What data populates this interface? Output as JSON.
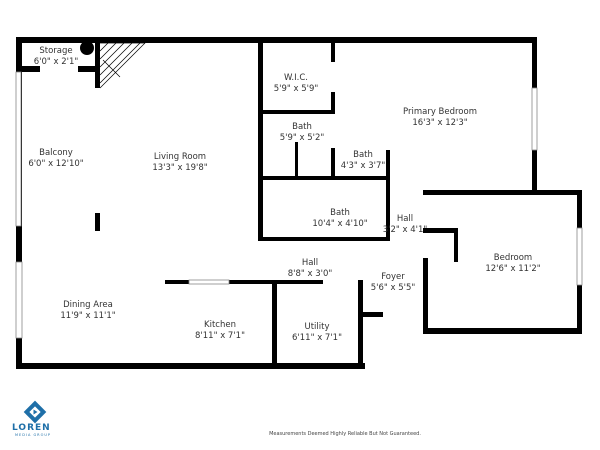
{
  "rooms": [
    {
      "name": "Storage",
      "size": "6'0\" x 2'1\""
    },
    {
      "name": "Balcony",
      "size": "6'0\" x 12'10\""
    },
    {
      "name": "Living Room",
      "size": "13'3\" x 19'8\""
    },
    {
      "name": "W.I.C.",
      "size": "5'9\" x 5'9\""
    },
    {
      "name": "Bath",
      "size": "5'9\" x 5'2\""
    },
    {
      "name": "Bath",
      "size": "4'3\" x 3'7\""
    },
    {
      "name": "Primary Bedroom",
      "size": "16'3\" x 12'3\""
    },
    {
      "name": "Bath",
      "size": "10'4\" x 4'10\""
    },
    {
      "name": "Hall",
      "size": "3'2\" x 4'1\""
    },
    {
      "name": "Bedroom",
      "size": "12'6\" x 11'2\""
    },
    {
      "name": "Hall",
      "size": "8'8\" x 3'0\""
    },
    {
      "name": "Foyer",
      "size": "5'6\" x 5'5\""
    },
    {
      "name": "Dining Area",
      "size": "11'9\" x 11'1\""
    },
    {
      "name": "Kitchen",
      "size": "8'11\" x 7'1\""
    },
    {
      "name": "Utility",
      "size": "6'11\" x 7'1\""
    }
  ],
  "logo": {
    "name": "LOREN",
    "sub": "MEDIA GROUP",
    "color": "#1e6fa8"
  },
  "disclaimer": "Measurements Deemed Highly Reliable But Not Guaranteed.",
  "colors": {
    "wall": "#000000",
    "text": "#333333"
  }
}
